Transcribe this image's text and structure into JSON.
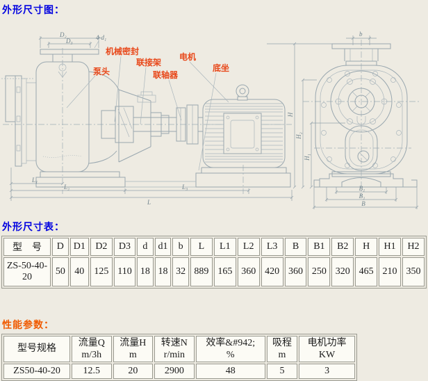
{
  "titles": {
    "drawing": "外形尺寸图：",
    "dim_table": "外形尺寸表：",
    "perf": "性能参数："
  },
  "colors": {
    "page_bg": "#eeebe2",
    "title_blue": "#0000e0",
    "title_orange": "#f05a00",
    "part_label_red": "#e8481a",
    "drawing_line": "#99a7af",
    "table_border": "#9a9a90",
    "cell_bg": "#fcfbf5"
  },
  "drawing": {
    "parts": {
      "pump_head": "泵头",
      "mech_seal": "机械密封",
      "bracket": "联接架",
      "coupling": "联轴器",
      "motor": "电机",
      "base": "底坐"
    },
    "dims": {
      "D2": "D₂",
      "D3": "D₃",
      "fourD1": "4-d₁",
      "b": "b",
      "H": "H",
      "H1": "H₁",
      "H2": "H₂",
      "L": "L",
      "L1": "L₁",
      "L2": "L₂",
      "L3": "L₃",
      "B": "B",
      "B1": "B₁",
      "B2": "B₂"
    }
  },
  "dim_table": {
    "headers": [
      "型　号",
      "D",
      "D1",
      "D2",
      "D3",
      "d",
      "d1",
      "b",
      "L",
      "L1",
      "L2",
      "L3",
      "B",
      "B1",
      "B2",
      "H",
      "H1",
      "H2"
    ],
    "rows": [
      [
        "ZS-50-40-20",
        "50",
        "40",
        "125",
        "110",
        "18",
        "18",
        "32",
        "889",
        "165",
        "360",
        "420",
        "360",
        "250",
        "320",
        "465",
        "210",
        "350"
      ]
    ]
  },
  "perf_table": {
    "headers": [
      {
        "label": "型号规格",
        "unit": ""
      },
      {
        "label": "流量Q",
        "unit": "m/3h"
      },
      {
        "label": "流量H",
        "unit": "m"
      },
      {
        "label": "转速N",
        "unit": "r/min"
      },
      {
        "label": "效率&#942;",
        "unit": "%"
      },
      {
        "label": "吸程",
        "unit": "m"
      },
      {
        "label": "电机功率",
        "unit": "KW"
      }
    ],
    "rows": [
      [
        "ZS50-40-20",
        "12.5",
        "20",
        "2900",
        "48",
        "5",
        "3"
      ]
    ]
  }
}
